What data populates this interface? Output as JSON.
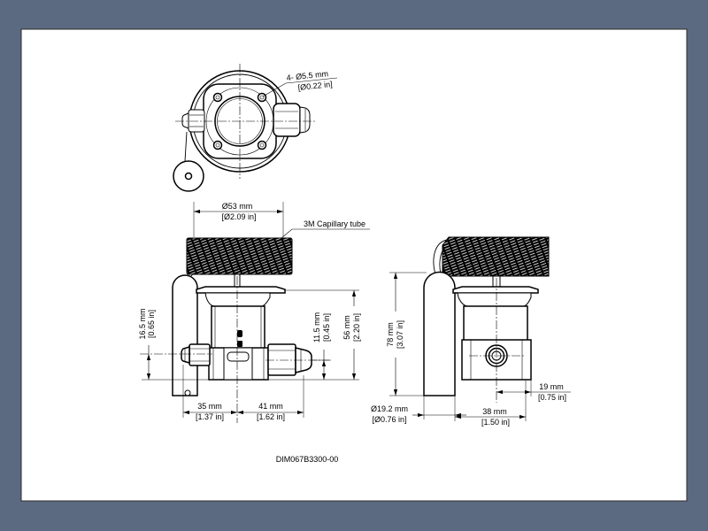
{
  "colors": {
    "background": "#5b6a80",
    "sheet": "#ffffff",
    "ink": "#000000"
  },
  "top_view": {
    "holes_mm": "4- Ø5.5 mm",
    "holes_in": "[Ø0.22 in]"
  },
  "front_view": {
    "head_dia_mm": "Ø53 mm",
    "head_dia_in": "[Ø2.09 in]",
    "capillary_label": "3M Capillary tube",
    "dim_a_mm": "16.5 mm",
    "dim_a_in": "[0.65 in]",
    "dim_b_mm": "11.5 mm",
    "dim_b_in": "[0.45 in]",
    "dim_c_mm": "56 mm",
    "dim_c_in": "[2.20 in]",
    "dim_d_mm": "35 mm",
    "dim_d_in": "[1.37 in]",
    "dim_e_mm": "41 mm",
    "dim_e_in": "[1.62 in]"
  },
  "side_view": {
    "dim_f_mm": "78 mm",
    "dim_f_in": "[3.07 in]",
    "bulb_dia_mm": "Ø19.2 mm",
    "bulb_dia_in": "[Ø0.76 in]",
    "dim_g_mm": "38 mm",
    "dim_g_in": "[1.50 in]",
    "dim_h_mm": "19 mm",
    "dim_h_in": "[0.75 in]"
  },
  "drawing": {
    "id": "DIM067B3300-00"
  }
}
